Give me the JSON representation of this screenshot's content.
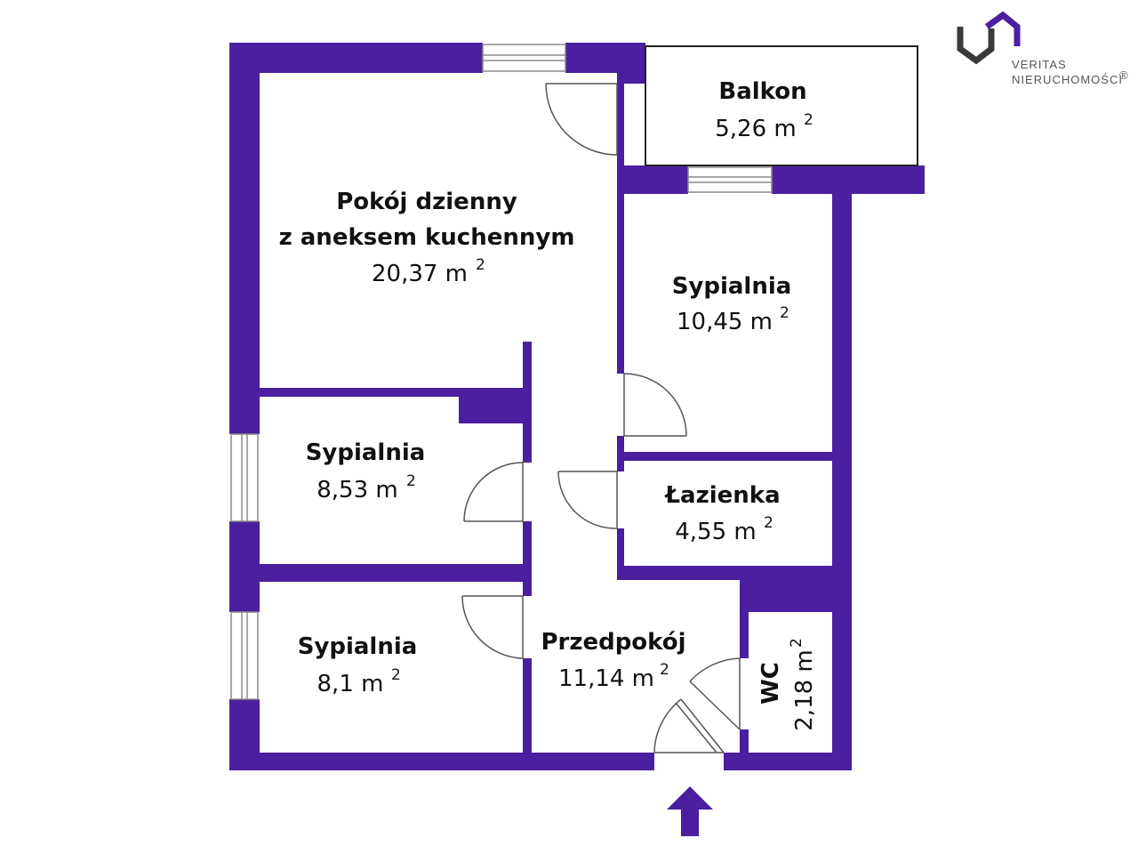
{
  "colors": {
    "wall": "#4a1fa0",
    "background": "#ffffff",
    "text": "#111111",
    "logo_dark": "#3a3a3a",
    "logo_accent": "#4a1fa0"
  },
  "logo": {
    "line1": "VERITAS",
    "line2": "NIERUCHOMOŚCI",
    "registered": "®"
  },
  "rooms": {
    "balkon": {
      "name": "Balkon",
      "area": "5,26 m",
      "sup": "2"
    },
    "living": {
      "name_line1": "Pokój dzienny",
      "name_line2": "z aneksem kuchennym",
      "area": "20,37 m",
      "sup": "2"
    },
    "bedroom1": {
      "name": "Sypialnia",
      "area": "10,45 m",
      "sup": "2"
    },
    "bedroom2": {
      "name": "Sypialnia",
      "area": "8,53 m",
      "sup": "2"
    },
    "bathroom": {
      "name": "Łazienka",
      "area": "4,55 m",
      "sup": "2"
    },
    "bedroom3": {
      "name": "Sypialnia",
      "area": "8,1 m",
      "sup": "2"
    },
    "hall": {
      "name": "Przedpokój",
      "area": "11,14 m",
      "sup": "2"
    },
    "wc": {
      "name": "WC",
      "area": "2,18 m",
      "sup": "2"
    }
  },
  "entrance_icon": "up-arrow-icon"
}
